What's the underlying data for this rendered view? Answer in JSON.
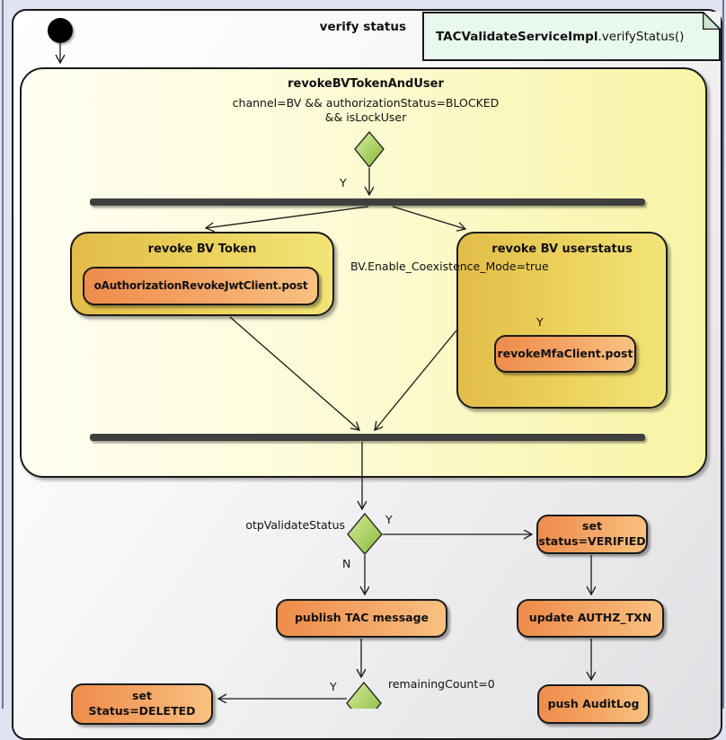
{
  "frame": {
    "title": "verify status"
  },
  "note": {
    "class_name": "TACValidateServiceImpl",
    "method": ".verifyStatus()"
  },
  "container": {
    "title": "revokeBVTokenAndUser",
    "guard_line1": "channel=BV && authorizationStatus=BLOCKED",
    "guard_line2": "&& isLockUser",
    "decision_yes": "Y"
  },
  "revoke_token_box": {
    "title": "revoke BV Token",
    "action": "oAuthorizationRevokeJwtClient.post"
  },
  "revoke_user_box": {
    "title": "revoke BV userstatus",
    "guard": "BV.Enable_Coexistence_Mode=true",
    "decision_yes": "Y",
    "action": "revokeMfaClient.post"
  },
  "flow": {
    "otp_guard": "otpValidateStatus",
    "otp_yes": "Y",
    "otp_no": "N",
    "set_verified_line1": "set",
    "set_verified_line2": "status=VERIFIED",
    "publish_action": "publish TAC message",
    "update_action": "update AUTHZ_TXN",
    "remaining_guard": "remainingCount=0",
    "remaining_yes": "Y",
    "set_deleted_line1": "set",
    "set_deleted_line2": "Status=DELETED",
    "push_action": "push AuditLog"
  },
  "colors": {
    "page_background": "#dfe3f2",
    "frame_fill": "#f2f2f4",
    "note_fill": "#e9f8ec",
    "container_fill": "#fbf8c0",
    "subactivity_gold": "#e2bc48",
    "action_orange": "#ee8c4b",
    "decision_green": "#9cc84e",
    "bar_gray": "#3f3f3f",
    "line_black": "#1a1a1a"
  }
}
